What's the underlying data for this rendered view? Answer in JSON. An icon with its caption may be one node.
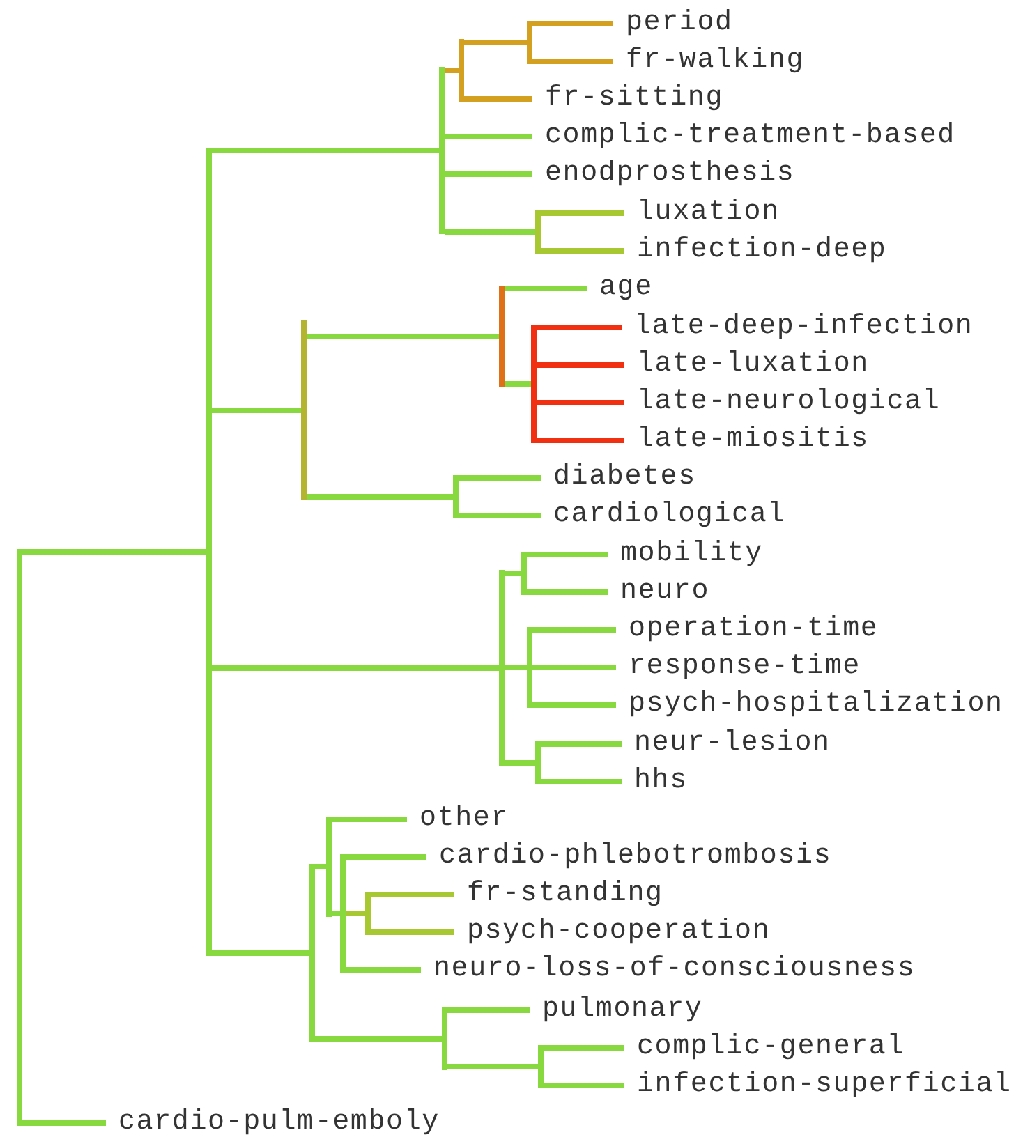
{
  "diagram": {
    "nodes": [
      {
        "text": [
          "period"
        ]
      },
      {
        "text": [
          "fr-walking"
        ]
      },
      {
        "text": [
          "fr-sitting"
        ]
      },
      {
        "text": [
          "complic-treatment-based"
        ]
      },
      {
        "text": [
          "enodprosthesis"
        ]
      },
      {
        "text": [
          "luxation"
        ]
      },
      {
        "text": [
          "infection-deep"
        ]
      },
      {
        "text": [
          "age"
        ]
      },
      {
        "text": [
          "late-deep-infection"
        ]
      },
      {
        "text": [
          "late-luxation"
        ]
      },
      {
        "text": [
          "late-neurological"
        ]
      },
      {
        "text": [
          "late-miositis"
        ]
      },
      {
        "text": [
          "diabetes"
        ]
      },
      {
        "text": [
          "cardiological"
        ]
      },
      {
        "text": [
          "mobility"
        ]
      },
      {
        "text": [
          "neuro"
        ]
      },
      {
        "text": [
          "operation-time"
        ]
      },
      {
        "text": [
          "response-time"
        ]
      },
      {
        "text": [
          "psych-hospitalization"
        ]
      },
      {
        "text": [
          "neur-lesion"
        ]
      },
      {
        "text": [
          "hhs"
        ]
      },
      {
        "text": [
          "other"
        ]
      },
      {
        "text": [
          "cardio-phlebotrombosis"
        ]
      },
      {
        "text": [
          "fr-standing"
        ]
      },
      {
        "text": [
          "psych-cooperation"
        ]
      },
      {
        "text": [
          "neuro-loss-of-consciousness"
        ]
      },
      {
        "text": [
          "pulmonary"
        ]
      },
      {
        "text": [
          "complic-general"
        ]
      },
      {
        "text": [
          "infection-superficial"
        ]
      },
      {
        "text": [
          "cardio-pulm-emboly"
        ]
      },
      {
        "text": [],
        "shape": "bar"
      },
      {
        "text": [],
        "shape": "bar"
      },
      {
        "text": [],
        "shape": "bar"
      },
      {
        "text": [],
        "shape": "bar"
      },
      {
        "text": [],
        "shape": "bar"
      },
      {
        "text": [],
        "shape": "bar"
      },
      {
        "text": [],
        "shape": "bar"
      },
      {
        "text": [],
        "shape": "bar"
      },
      {
        "text": [],
        "shape": "bar"
      },
      {
        "text": [],
        "shape": "bar"
      },
      {
        "text": [],
        "shape": "bar"
      },
      {
        "text": [],
        "shape": "bar"
      },
      {
        "text": [],
        "shape": "bar"
      },
      {
        "text": [],
        "shape": "bar"
      },
      {
        "text": [],
        "shape": "bar"
      },
      {
        "text": [],
        "shape": "bar"
      },
      {
        "text": [],
        "shape": "bar"
      },
      {
        "text": [],
        "shape": "bar"
      },
      {
        "text": [],
        "shape": "bar"
      },
      {
        "text": [],
        "shape": "bar"
      }
    ],
    "edges": [
      {
        "from": 30,
        "to": 0,
        "arrow": "none",
        "color": "#d4a020"
      },
      {
        "from": 30,
        "to": 1,
        "arrow": "none",
        "color": "#d4a020"
      },
      {
        "from": 31,
        "to": 30,
        "arrow": "none",
        "color": "#d4a020"
      },
      {
        "from": 31,
        "to": 2,
        "arrow": "none",
        "color": "#d4a020"
      },
      {
        "from": 32,
        "to": 31,
        "arrow": "none",
        "color": "#d4a020"
      },
      {
        "from": 32,
        "to": 3,
        "arrow": "none"
      },
      {
        "from": 32,
        "to": 4,
        "arrow": "none"
      },
      {
        "from": 33,
        "to": 5,
        "arrow": "none",
        "color": "#a8c832"
      },
      {
        "from": 33,
        "to": 6,
        "arrow": "none",
        "color": "#a8c832"
      },
      {
        "from": 32,
        "to": 33,
        "arrow": "none"
      },
      {
        "from": 34,
        "to": 8,
        "arrow": "none",
        "color": "#f03010"
      },
      {
        "from": 34,
        "to": 9,
        "arrow": "none",
        "color": "#f03010"
      },
      {
        "from": 34,
        "to": 10,
        "arrow": "none",
        "color": "#f03010"
      },
      {
        "from": 34,
        "to": 11,
        "arrow": "none",
        "color": "#f03010"
      },
      {
        "from": 35,
        "to": 7,
        "arrow": "none"
      },
      {
        "from": 35,
        "to": 34,
        "arrow": "none"
      },
      {
        "from": 36,
        "to": 12,
        "arrow": "none"
      },
      {
        "from": 36,
        "to": 13,
        "arrow": "none"
      },
      {
        "from": 37,
        "to": 35,
        "arrow": "none"
      },
      {
        "from": 37,
        "to": 36,
        "arrow": "none"
      },
      {
        "from": 38,
        "to": 14,
        "arrow": "none"
      },
      {
        "from": 38,
        "to": 15,
        "arrow": "none"
      },
      {
        "from": 39,
        "to": 16,
        "arrow": "none"
      },
      {
        "from": 39,
        "to": 17,
        "arrow": "none"
      },
      {
        "from": 39,
        "to": 18,
        "arrow": "none"
      },
      {
        "from": 40,
        "to": 19,
        "arrow": "none"
      },
      {
        "from": 40,
        "to": 20,
        "arrow": "none"
      },
      {
        "from": 41,
        "to": 38,
        "arrow": "none"
      },
      {
        "from": 41,
        "to": 39,
        "arrow": "none"
      },
      {
        "from": 41,
        "to": 40,
        "arrow": "none"
      },
      {
        "from": 42,
        "to": 23,
        "arrow": "none",
        "color": "#a8c832"
      },
      {
        "from": 42,
        "to": 24,
        "arrow": "none",
        "color": "#a8c832"
      },
      {
        "from": 43,
        "to": 22,
        "arrow": "none"
      },
      {
        "from": 43,
        "to": 42,
        "arrow": "none",
        "color": "#a8c832"
      },
      {
        "from": 43,
        "to": 25,
        "arrow": "none"
      },
      {
        "from": 44,
        "to": 21,
        "arrow": "none"
      },
      {
        "from": 44,
        "to": 43,
        "arrow": "none"
      },
      {
        "from": 45,
        "to": 27,
        "arrow": "none"
      },
      {
        "from": 45,
        "to": 28,
        "arrow": "none"
      },
      {
        "from": 46,
        "to": 26,
        "arrow": "none"
      },
      {
        "from": 46,
        "to": 45,
        "arrow": "none"
      },
      {
        "from": 47,
        "to": 44,
        "arrow": "none"
      },
      {
        "from": 47,
        "to": 46,
        "arrow": "none"
      },
      {
        "from": 48,
        "to": 32,
        "arrow": "none"
      },
      {
        "from": 48,
        "to": 37,
        "arrow": "none"
      },
      {
        "from": 48,
        "to": 41,
        "arrow": "none"
      },
      {
        "from": 48,
        "to": 47,
        "arrow": "none"
      },
      {
        "from": 49,
        "to": 48,
        "arrow": "none"
      },
      {
        "from": 49,
        "to": 29,
        "arrow": "none"
      }
    ]
  }
}
